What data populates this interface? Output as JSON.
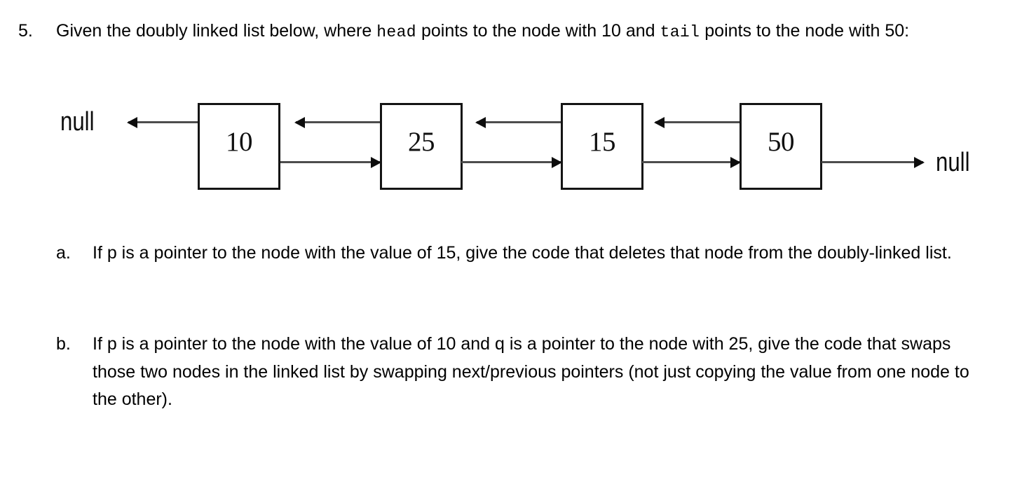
{
  "question": {
    "number": "5.",
    "text_part1": "Given the doubly linked list below, where ",
    "code1": "head",
    "text_part2": " points to the node with 10 and ",
    "code2": "tail",
    "text_part3": " points to the node with 50:"
  },
  "diagram": {
    "left_null_label": "null",
    "right_null_label": "null",
    "nodes": [
      {
        "value": "10"
      },
      {
        "value": "25"
      },
      {
        "value": "15"
      },
      {
        "value": "50"
      }
    ],
    "colors": {
      "box_border": "#141414",
      "arrow_line": "#4d4d4d",
      "arrow_head": "#0d0d0d",
      "text": "#000000",
      "background": "#ffffff"
    }
  },
  "subquestions": [
    {
      "marker": "a.",
      "text": "If p is a pointer to the node with the value of 15, give the code that deletes that node from the doubly-linked list."
    },
    {
      "marker": "b.",
      "text": "If p is a pointer to the node with the value of 10 and q is a pointer to the node with 25, give the code that swaps those two nodes in the linked list by swapping next/previous pointers (not just copying the value from one node to the other)."
    }
  ]
}
